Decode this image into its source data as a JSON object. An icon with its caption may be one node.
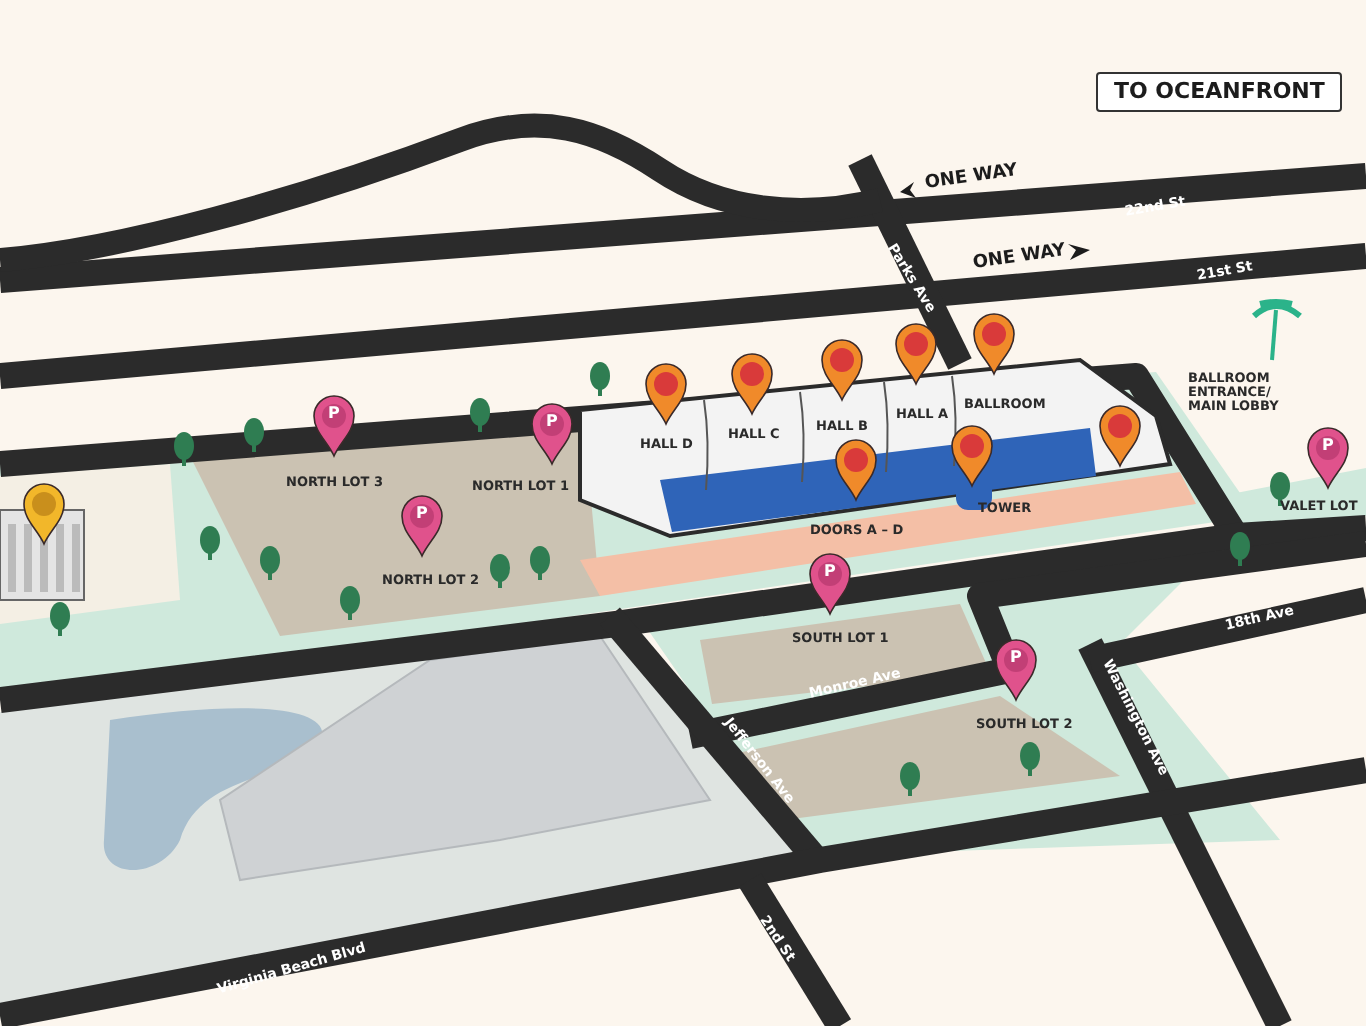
{
  "diagram": {
    "labels": [
      "TO OCEANFRONT",
      "ONE WAY",
      "22nd St",
      "Parks Ave",
      "ONE WAY",
      "21st St",
      "BALLROOM",
      "HALL A",
      "HALL B",
      "HALL C",
      "HALL D",
      "BALLROOM ENTRANCE/ MAIN LOBBY",
      "NORTH LOT 3",
      "NORTH LOT 1",
      "VALET LOT",
      "TOWER",
      "DOORS A – D",
      "NORTH LOT 2",
      "SOUTH LOT 1",
      "18th Ave",
      "Monroe Ave",
      "SOUTH LOT 2",
      "Washington Ave",
      "Jefferson Ave",
      "2nd St",
      "Virginia Beach Blvd",
      "P",
      "P",
      "P",
      "P",
      "P",
      "P"
    ]
  }
}
